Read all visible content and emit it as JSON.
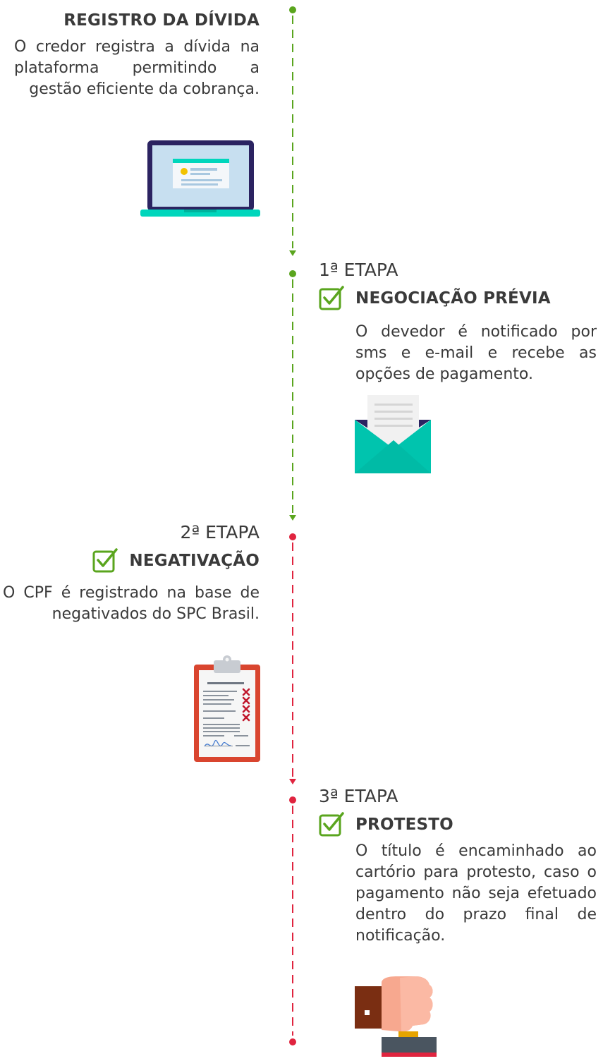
{
  "colors": {
    "green": "#5aa51e",
    "red": "#e0243f",
    "text": "#3a3a3a",
    "teal": "#00d6bc"
  },
  "registro": {
    "title": "REGISTRO DA DÍVIDA",
    "description": "O credor registra a dívida na plataforma permitindo a gestão eficiente da cobrança.",
    "icon": "laptop-icon"
  },
  "etapa1": {
    "label": "1ª ETAPA",
    "title": "NEGOCIAÇÃO PRÉVIA",
    "description": "O devedor é notificado por sms e e-mail e recebe as opções de pagamento.",
    "icon": "envelope-icon"
  },
  "etapa2": {
    "label": "2ª ETAPA",
    "title": "NEGATIVAÇÃO",
    "description": "O CPF é registrado na base de negativados do SPC Brasil.",
    "icon": "clipboard-icon"
  },
  "etapa3": {
    "label": "3ª ETAPA",
    "title": "PROTESTO",
    "description": "O título é encaminhado ao cartório para protesto, caso o pagamento não seja efetuado dentro do prazo final de notificação.",
    "icon": "stamp-icon"
  }
}
